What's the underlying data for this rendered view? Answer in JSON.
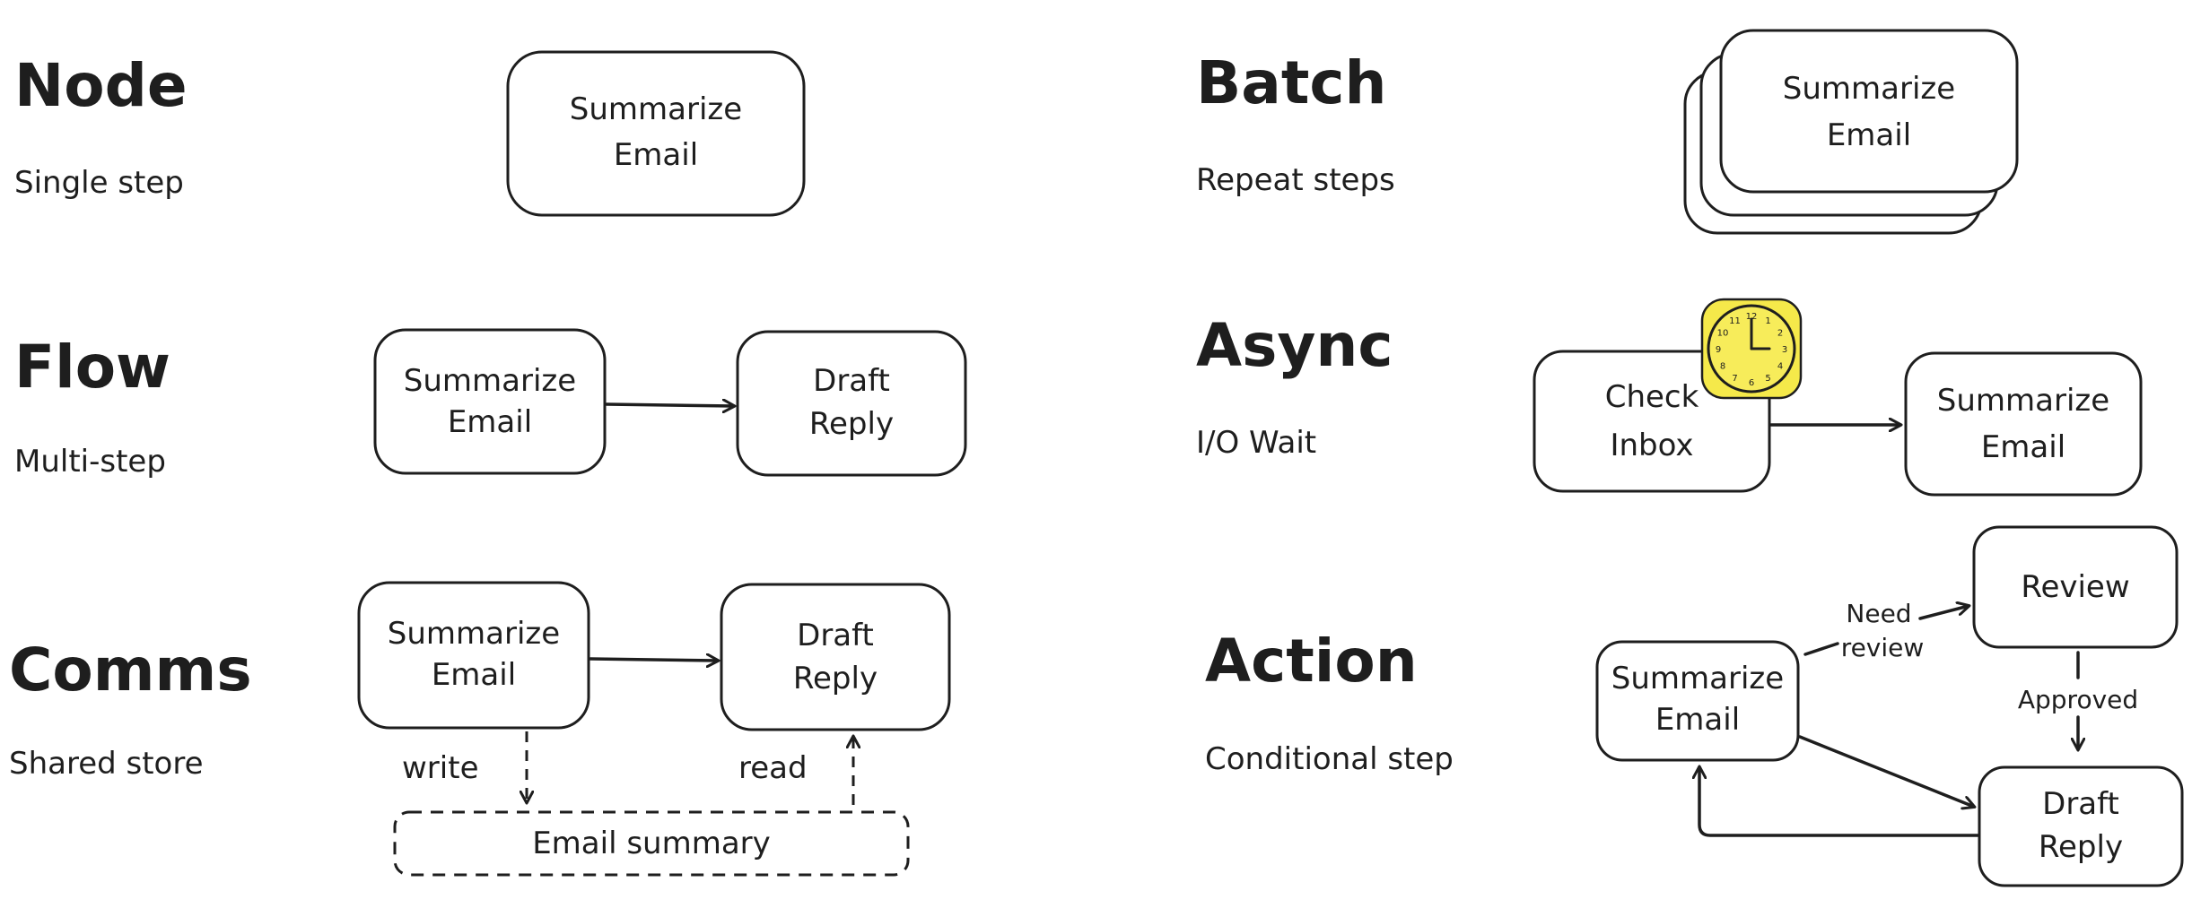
{
  "sections": {
    "node": {
      "title": "Node",
      "subtitle": "Single step"
    },
    "flow": {
      "title": "Flow",
      "subtitle": "Multi-step"
    },
    "comms": {
      "title": "Comms",
      "subtitle": "Shared store"
    },
    "batch": {
      "title": "Batch",
      "subtitle": "Repeat steps"
    },
    "async": {
      "title": "Async",
      "subtitle": "I/O Wait"
    },
    "action": {
      "title": "Action",
      "subtitle": "Conditional step"
    }
  },
  "boxes": {
    "summarize_1": "Summarize",
    "summarize_2": "Email",
    "draft_1": "Draft",
    "draft_2": "Reply",
    "check_1": "Check",
    "check_2": "Inbox",
    "review": "Review",
    "email_summary": "Email summary"
  },
  "edge_labels": {
    "write": "write",
    "read": "read",
    "need_1": "Need",
    "need_2": "review",
    "approved": "Approved"
  },
  "clock_numbers": [
    "12",
    "1",
    "2",
    "3",
    "4",
    "5",
    "6",
    "7",
    "8",
    "9",
    "10",
    "11"
  ],
  "colors": {
    "stroke": "#1e1e1e",
    "clock_fill": "#f5e94a",
    "background": "#ffffff"
  }
}
